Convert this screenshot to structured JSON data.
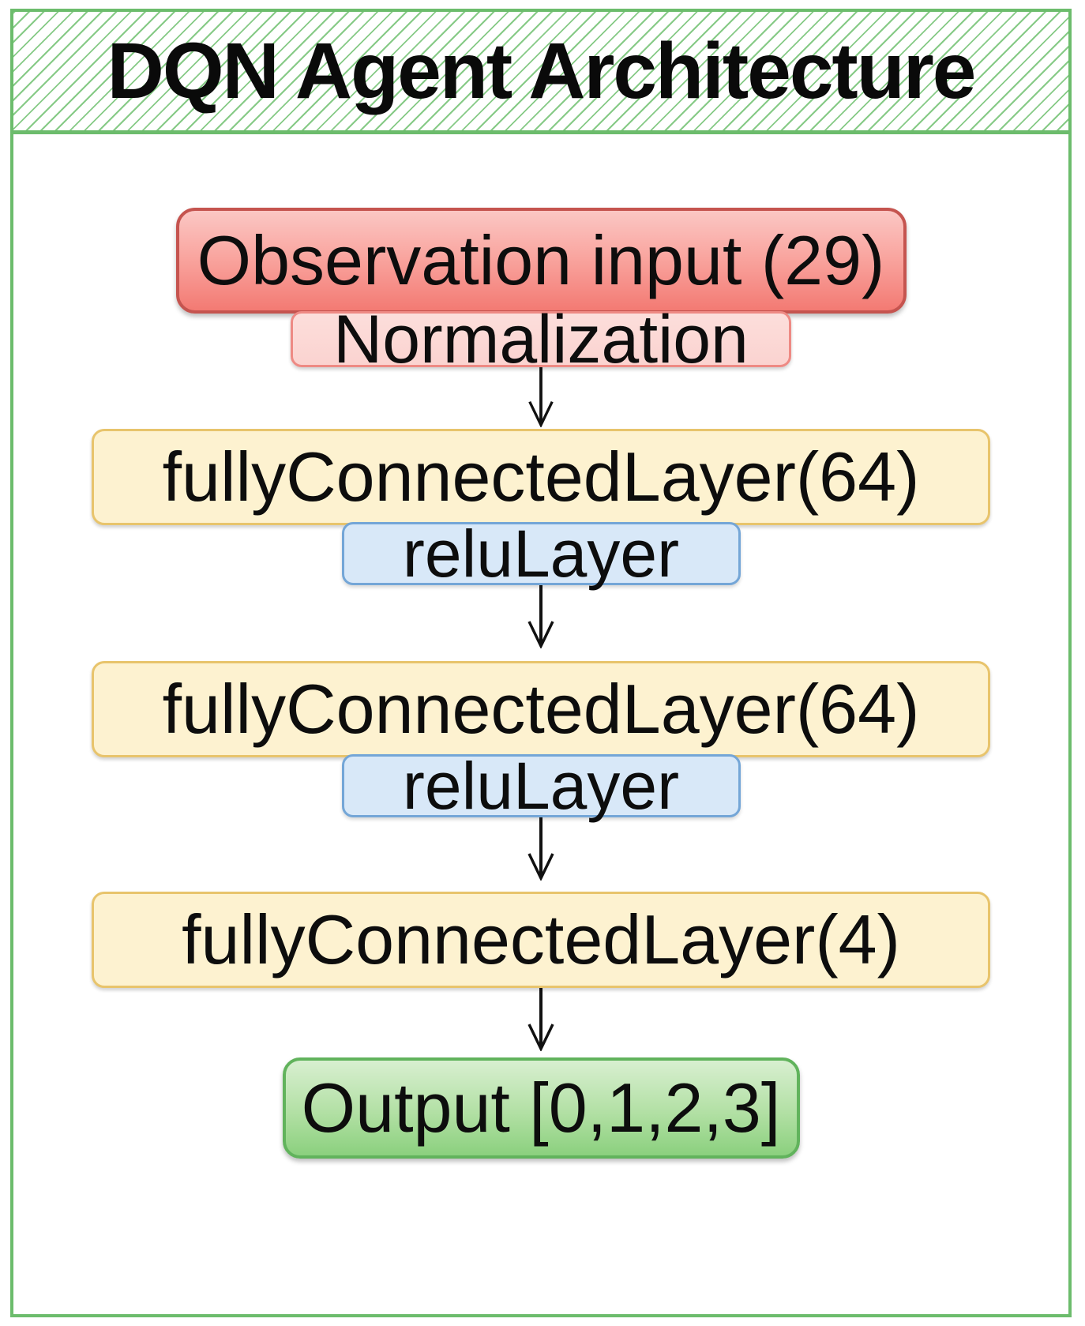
{
  "title": "DQN Agent Architecture",
  "diagram": {
    "nodes": [
      {
        "id": "observation",
        "type": "input",
        "label": "Observation input (29)"
      },
      {
        "id": "norm",
        "type": "normalization",
        "label": "Normalization"
      },
      {
        "id": "fc1",
        "type": "fullyConnected",
        "label": "fullyConnectedLayer(64)"
      },
      {
        "id": "relu1",
        "type": "relu",
        "label": "reluLayer"
      },
      {
        "id": "fc2",
        "type": "fullyConnected",
        "label": "fullyConnectedLayer(64)"
      },
      {
        "id": "relu2",
        "type": "relu",
        "label": "reluLayer"
      },
      {
        "id": "fc3",
        "type": "fullyConnected",
        "label": "fullyConnectedLayer(4)"
      },
      {
        "id": "output",
        "type": "output",
        "label": "Output [0,1,2,3]"
      }
    ],
    "connections": [
      {
        "from": "norm",
        "to": "fc1"
      },
      {
        "from": "relu1",
        "to": "fc2"
      },
      {
        "from": "relu2",
        "to": "fc3"
      },
      {
        "from": "fc3",
        "to": "output"
      }
    ]
  },
  "colors": {
    "frame-green": "#6cbc6c",
    "hatch-green": "#86ca86",
    "input-red-border": "#c5544f",
    "input-red-top": "#fbc7c4",
    "input-red-bottom": "#f37a73",
    "norm-border": "#ee8a84",
    "norm-fill": "#fbd3d0",
    "fc-border": "#e8c46c",
    "fc-fill": "#fdf2d0",
    "relu-border": "#74a6d7",
    "relu-fill": "#d8e8f8",
    "output-border": "#61b35c",
    "output-top": "#d8efd0",
    "output-bottom": "#8bd07e",
    "arrow-black": "#111111"
  }
}
